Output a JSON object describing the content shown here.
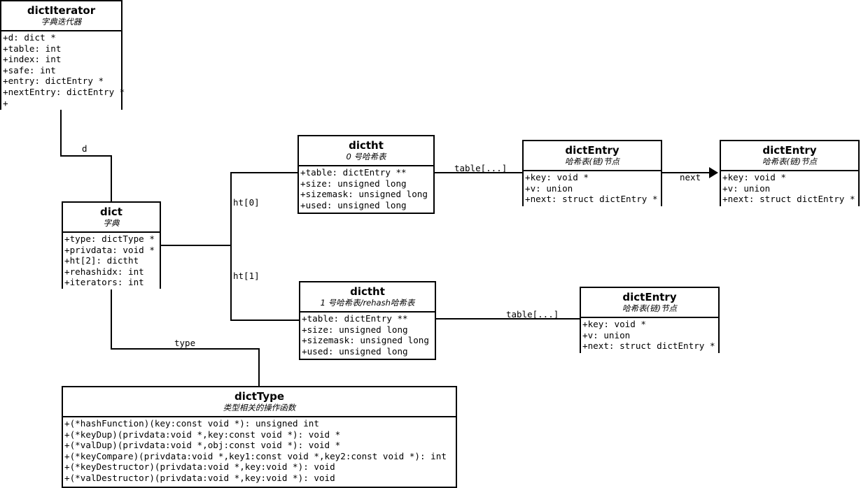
{
  "diagram": {
    "type": "uml-class-diagram",
    "title": "Redis dict data structure class diagram",
    "classes": [
      {
        "id": "dictIterator",
        "name": "dictIterator",
        "subtitle": "字典迭代器",
        "attributes": [
          "+d: dict *",
          "+table: int",
          "+index: int",
          "+safe: int",
          "+entry: dictEntry *",
          "+nextEntry: dictEntry *",
          "+"
        ]
      },
      {
        "id": "dict",
        "name": "dict",
        "subtitle": "字典",
        "attributes": [
          "+type: dictType *",
          "+privdata: void *",
          "+ht[2]: dictht",
          "+rehashidx: int",
          "+iterators: int"
        ]
      },
      {
        "id": "dictht0",
        "name": "dictht",
        "subtitle": "0 号哈希表",
        "attributes": [
          "+table: dictEntry **",
          "+size: unsigned long",
          "+sizemask: unsigned long",
          "+used: unsigned long"
        ]
      },
      {
        "id": "dictht1",
        "name": "dictht",
        "subtitle": "1 号哈希表/rehash哈希表",
        "attributes": [
          "+table: dictEntry **",
          "+size: unsigned long",
          "+sizemask: unsigned long",
          "+used: unsigned long"
        ]
      },
      {
        "id": "dictEntry0",
        "name": "dictEntry",
        "subtitle": "哈希表(链)节点",
        "attributes": [
          "+key: void *",
          "+v: union",
          "+next: struct dictEntry *"
        ]
      },
      {
        "id": "dictEntry1",
        "name": "dictEntry",
        "subtitle": "哈希表(链)节点",
        "attributes": [
          "+key: void *",
          "+v: union",
          "+next: struct dictEntry *"
        ]
      },
      {
        "id": "dictEntry2",
        "name": "dictEntry",
        "subtitle": "哈希表(链)节点",
        "attributes": [
          "+key: void *",
          "+v: union",
          "+next: struct dictEntry *"
        ]
      },
      {
        "id": "dictType",
        "name": "dictType",
        "subtitle": "类型相关的操作函数",
        "attributes": [
          "+(*hashFunction)(key:const void *): unsigned int",
          "+(*keyDup)(privdata:void *,key:const void *): void *",
          "+(*valDup)(privdata:void *,obj:const void *): void *",
          "+(*keyCompare)(privdata:void *,key1:const void *,key2:const void *): int",
          "+(*keyDestructor)(privdata:void *,key:void *): void",
          "+(*valDestructor)(privdata:void *,key:void *): void"
        ]
      }
    ],
    "edges": [
      {
        "id": "d",
        "label": "d"
      },
      {
        "id": "ht0",
        "label": "ht[0]"
      },
      {
        "id": "ht1",
        "label": "ht[1]"
      },
      {
        "id": "type",
        "label": "type"
      },
      {
        "id": "table0",
        "label": "table[...]"
      },
      {
        "id": "table1",
        "label": "table[...]"
      },
      {
        "id": "next",
        "label": "next"
      }
    ],
    "colors": {
      "line": "#000000",
      "background": "#ffffff",
      "text": "#000000"
    }
  }
}
